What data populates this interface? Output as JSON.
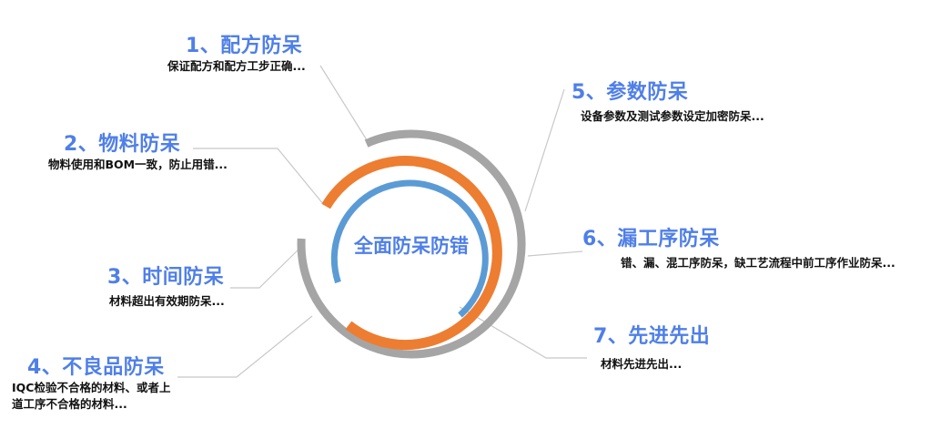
{
  "center": {
    "label": "全面防呆防错"
  },
  "colors": {
    "title": "#4f7fe8",
    "ring_outer": "#a5a5a5",
    "ring_middle": "#ed7d31",
    "ring_inner": "#5b9bd5",
    "leader_line": "#c8c8c8",
    "desc": "#111111"
  },
  "items": [
    {
      "number": "1",
      "title": "1、配方防呆",
      "desc": "保证配方和配方工步正确..."
    },
    {
      "number": "2",
      "title": "2、物料防呆",
      "desc": "物料使用和BOM一致，防止用错..."
    },
    {
      "number": "3",
      "title": "3、时间防呆",
      "desc": "材料超出有效期防呆..."
    },
    {
      "number": "4",
      "title": "4、不良品防呆",
      "desc_lines": [
        "IQC检验不合格的材料、或者上",
        "道工序不合格的材料..."
      ]
    },
    {
      "number": "5",
      "title": "5、参数防呆",
      "desc": "设备参数及测试参数设定加密防呆..."
    },
    {
      "number": "6",
      "title": "6、漏工序防呆",
      "desc": "错、漏、混工序防呆，缺工艺流程中前工序作业防呆..."
    },
    {
      "number": "7",
      "title": "7、先进先出",
      "desc": "材料先进先出..."
    }
  ]
}
